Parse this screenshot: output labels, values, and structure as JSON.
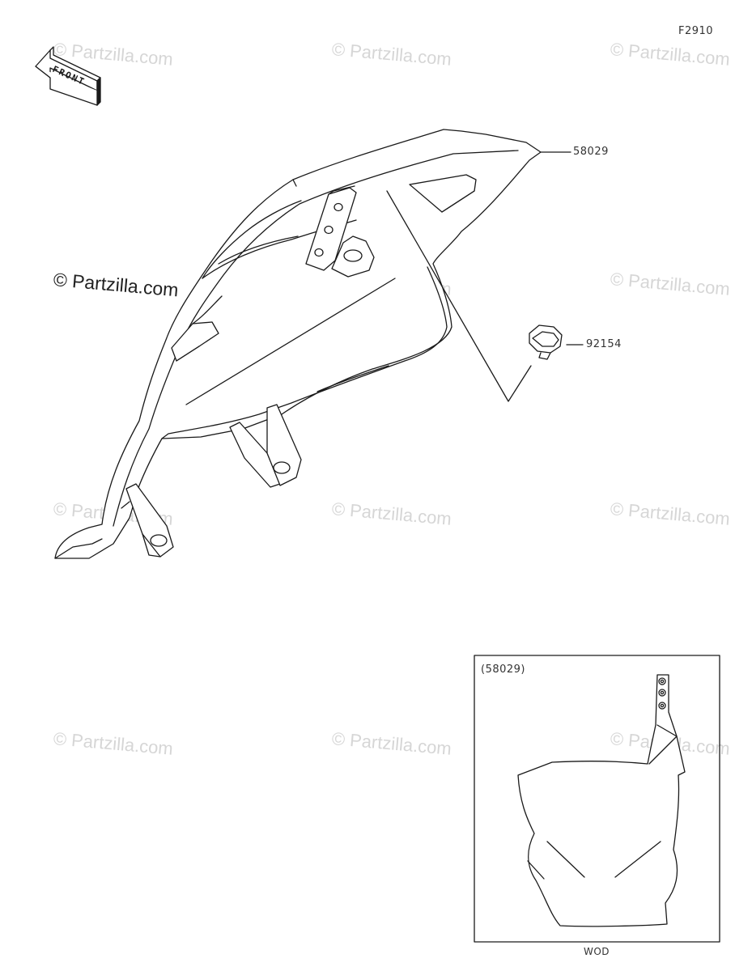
{
  "figure": {
    "id": "F2910"
  },
  "direction": {
    "label": "FRONT"
  },
  "copyright": "© Partzilla.com",
  "watermark": "© Partzilla.com",
  "parts": [
    {
      "number": "58029"
    },
    {
      "number": "92154"
    }
  ],
  "inset": {
    "ref": "(58029)",
    "caption": "WOD"
  },
  "colors": {
    "line": "#1a1a1a",
    "watermark": "#d6d6d6",
    "background": "#ffffff"
  }
}
